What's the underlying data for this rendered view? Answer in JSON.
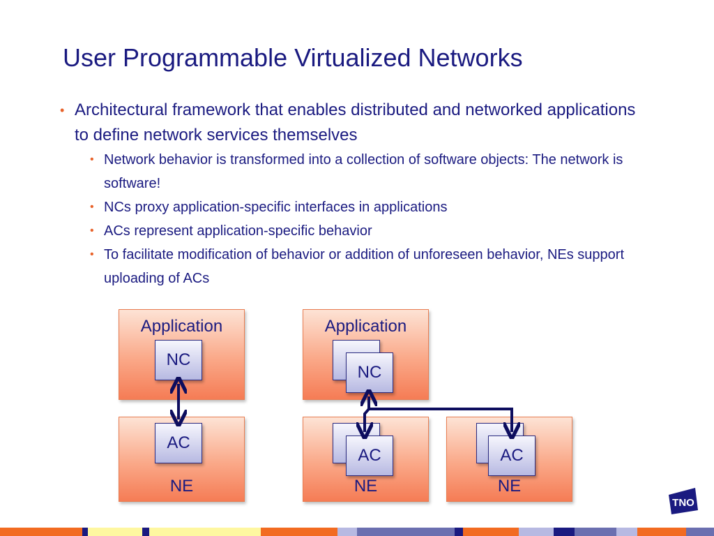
{
  "slide": {
    "title": "User Programmable Virtualized Networks",
    "bullet1": "Architectural framework that enables distributed and networked applications to define network services themselves",
    "sub_bullets": [
      "Network behavior is transformed into a collection of software objects: The network is software!",
      "NCs proxy application-specific interfaces in applications",
      "ACs represent application-specific behavior",
      "To facilitate modification of behavior or addition of unforeseen behavior, NEs support uploading of ACs"
    ],
    "bullet_marker": "•"
  },
  "diagram": {
    "left": {
      "app_label": "Application",
      "nc_label": "NC",
      "ac_label": "AC",
      "ne_label": "NE"
    },
    "right": {
      "app_label": "Application",
      "nc_label": "NC",
      "ne1": {
        "ac_label": "AC",
        "ne_label": "NE"
      },
      "ne2": {
        "ac_label": "AC",
        "ne_label": "NE"
      }
    }
  },
  "colors": {
    "title": "#1a1a80",
    "bullet": "#e8622a",
    "arrow": "#0d0d5e",
    "box_orange": "#f57c55",
    "chip_blue": "#b7b9e2"
  },
  "logo": {
    "icon": "tno-logo",
    "text": "TNO"
  }
}
